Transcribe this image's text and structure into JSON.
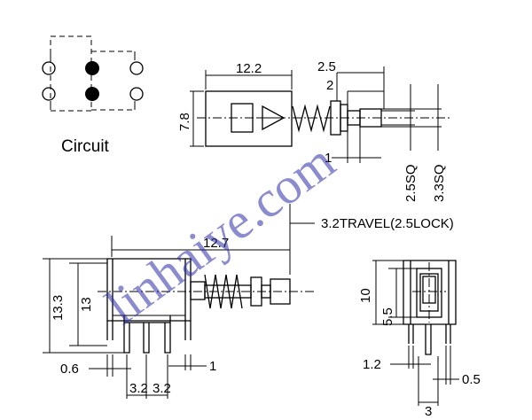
{
  "circuit_label": "Circuit",
  "dimensions": {
    "top_width": "12.2",
    "top_height": "7.8",
    "plunger_2_5": "2.5",
    "plunger_2": "2",
    "travel_1": "1",
    "sq_2_5": "2.5SQ",
    "sq_3_3": "3.3SQ",
    "travel": "3.2TRAVEL(2.5LOCK)",
    "side_length": "12.7",
    "side_height_total": "13.3",
    "side_height": "13",
    "pin_width": "0.6",
    "pin_1": "1",
    "pitch_a": "3.2",
    "pitch_b": "3.2",
    "end_height": "10",
    "end_inner": "5.5",
    "end_pin_1_2": "1.2",
    "end_pin_0_5": "0.5",
    "end_pitch": "3"
  },
  "watermark": "linhaiye.com",
  "colors": {
    "line": "#000000",
    "watermark": "#2c2ca8"
  }
}
